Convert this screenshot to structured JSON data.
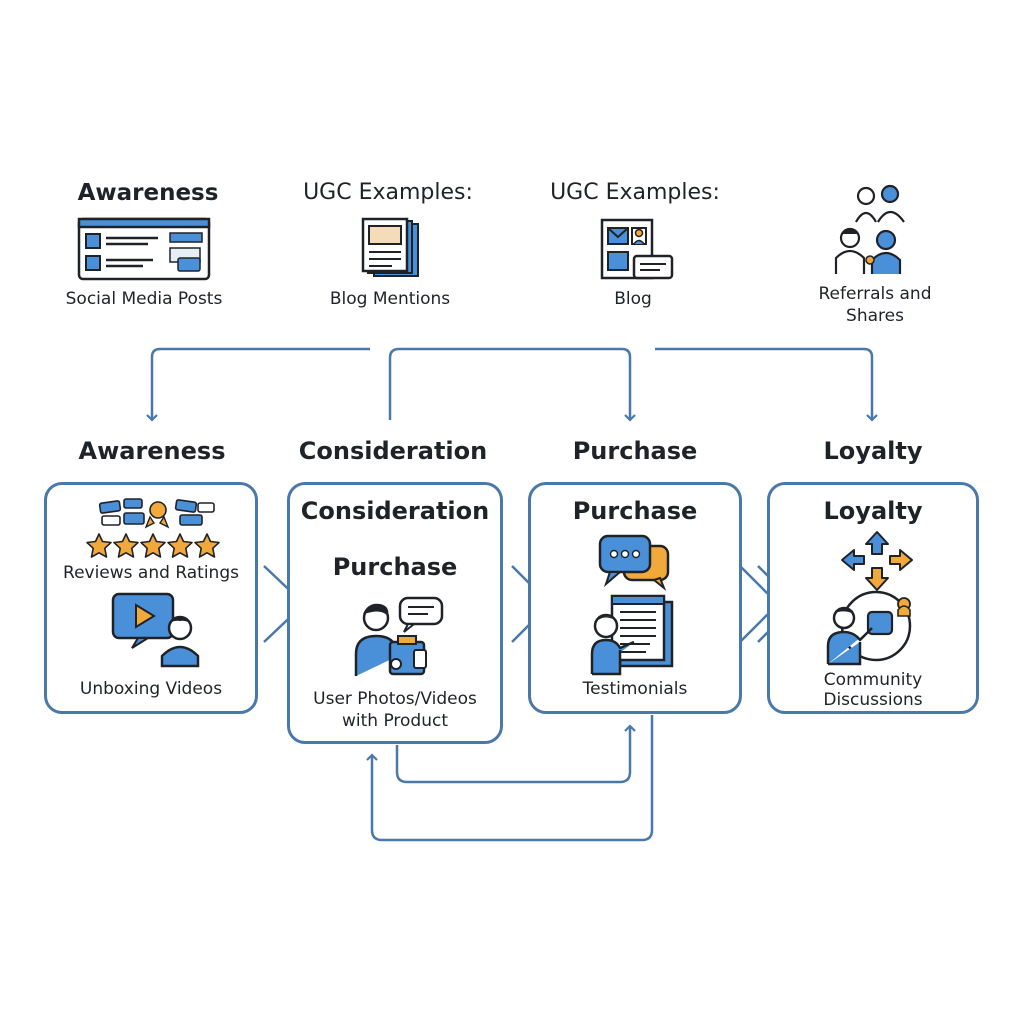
{
  "top_row": [
    {
      "heading": "Awareness",
      "label": "Social Media Posts",
      "icon": "social-media-post-icon"
    },
    {
      "heading": "UGC Examples:",
      "label": "Blog Mentions",
      "icon": "blog-document-icon"
    },
    {
      "heading": "UGC Examples:",
      "label": "Blog",
      "icon": "blog-page-icon"
    },
    {
      "heading": "",
      "label": "Referrals and Shares",
      "icon": "people-group-icon"
    }
  ],
  "stages": [
    {
      "title": "Awareness",
      "box_title": "",
      "items": [
        "Reviews and Ratings",
        "Unboxing Videos"
      ]
    },
    {
      "title": "Consideration",
      "box_title": "Consideration",
      "subtitle": "Purchase",
      "items": [
        "User Photos/Videos with Product"
      ]
    },
    {
      "title": "Purchase",
      "box_title": "Purchase",
      "items": [
        "Testimonials"
      ]
    },
    {
      "title": "Loyalty",
      "box_title": "Loyalty",
      "items": [
        "Community Discussions"
      ]
    }
  ],
  "colors": {
    "accent": "#4a78a8",
    "icon_blue": "#4a90d9",
    "icon_orange": "#f2a93b",
    "text": "#1f2328"
  }
}
